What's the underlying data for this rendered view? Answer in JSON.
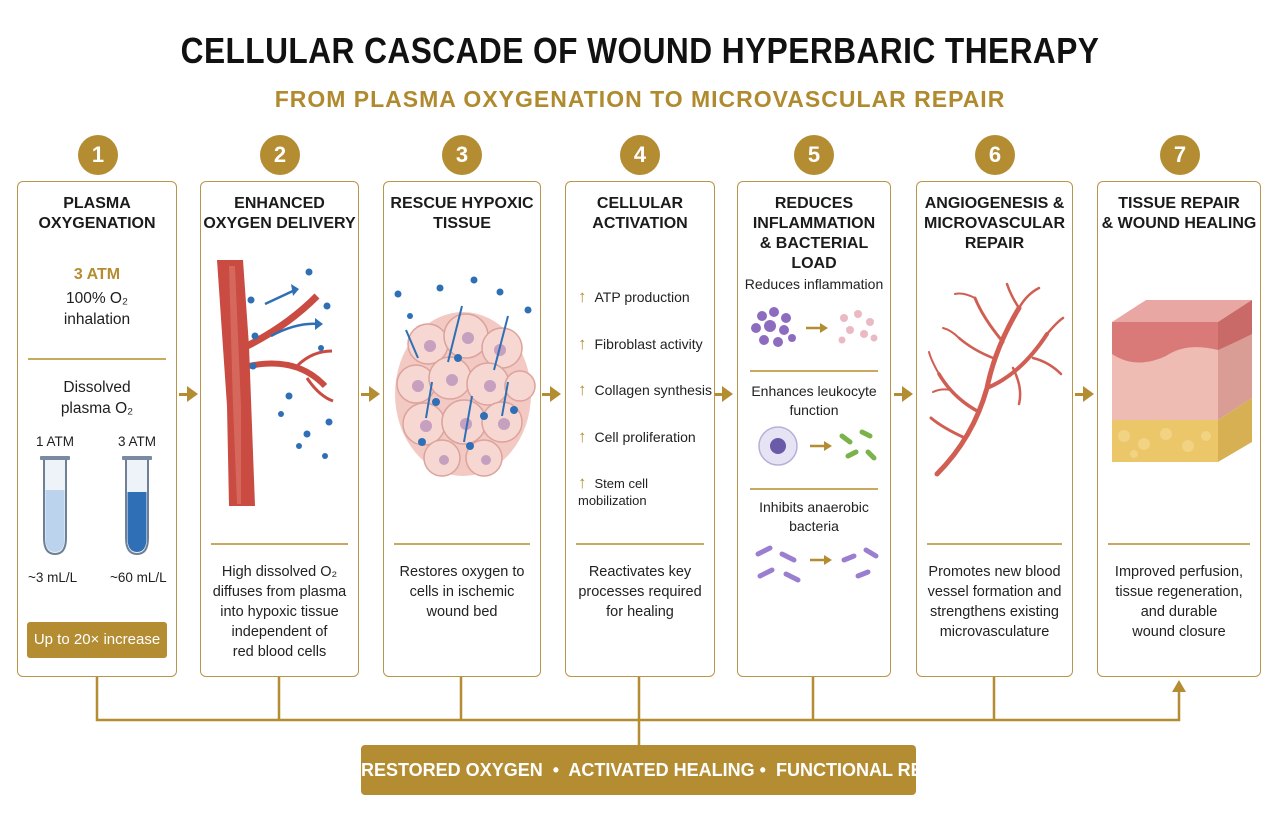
{
  "header": {
    "title": "CELLULAR CASCADE OF WOUND HYPERBARIC THERAPY",
    "subtitle": "FROM PLASMA OXYGENATION TO MICROVASCULAR REPAIR"
  },
  "steps": [
    {
      "number": "1",
      "title_lines": [
        "PLASMA",
        "OXYGENATION"
      ],
      "pressure": "3 ATM",
      "inhalation": [
        "100% O₂",
        "inhalation"
      ],
      "dissolved": [
        "Dissolved",
        "plasma O₂"
      ],
      "tube_left": {
        "label": "1 ATM",
        "value": "~3 mL/L"
      },
      "tube_right": {
        "label": "3 ATM",
        "value": "~60 mL/L"
      },
      "badge": "Up to 20× increase"
    },
    {
      "number": "2",
      "title_lines": [
        "ENHANCED",
        "OXYGEN DELIVERY"
      ],
      "desc_lines": [
        "High dissolved O₂",
        "diffuses from plasma",
        "into hypoxic tissue",
        "independent of",
        "red blood cells"
      ]
    },
    {
      "number": "3",
      "title_lines": [
        "RESCUE HYPOXIC",
        "TISSUE"
      ],
      "desc_lines": [
        "Restores oxygen to",
        "cells in ischemic",
        "wound bed"
      ]
    },
    {
      "number": "4",
      "title_lines": [
        "CELLULAR",
        "ACTIVATION"
      ],
      "items": [
        "ATP production",
        "Fibroblast activity",
        "Collagen synthesis",
        "Cell proliferation",
        "Stem cell mobilization"
      ],
      "up_icon": "↑",
      "desc_lines": [
        "Reactivates key",
        "processes required",
        "for healing"
      ]
    },
    {
      "number": "5",
      "title_lines": [
        "REDUCES",
        "INFLAMMATION",
        "& BACTERIAL LOAD"
      ],
      "sub1": "Reduces inflammation",
      "sub2": [
        "Enhances leukocyte",
        "function"
      ],
      "sub3": [
        "Inhibits anaerobic",
        "bacteria"
      ]
    },
    {
      "number": "6",
      "title_lines": [
        "ANGIOGENESIS &",
        "MICROVASCULAR",
        "REPAIR"
      ],
      "desc_lines": [
        "Promotes new blood",
        "vessel formation and",
        "strengthens existing",
        "microvasculature"
      ]
    },
    {
      "number": "7",
      "title_lines": [
        "TISSUE REPAIR",
        "& WOUND HEALING"
      ],
      "desc_lines": [
        "Improved perfusion,",
        "tissue regeneration,",
        "and durable",
        "wound closure"
      ]
    }
  ],
  "footer": {
    "banner": "RESTORED OXYGEN  •  ACTIVATED HEALING •  FUNCTIONAL RECOVERY"
  },
  "colors": {
    "gold": "#b48d33",
    "vessel_red": "#c2463e",
    "oxygen_blue": "#2f6fb5",
    "bacteria_purple": "#8d6cc0",
    "bacteria_green": "#7bb24a"
  }
}
